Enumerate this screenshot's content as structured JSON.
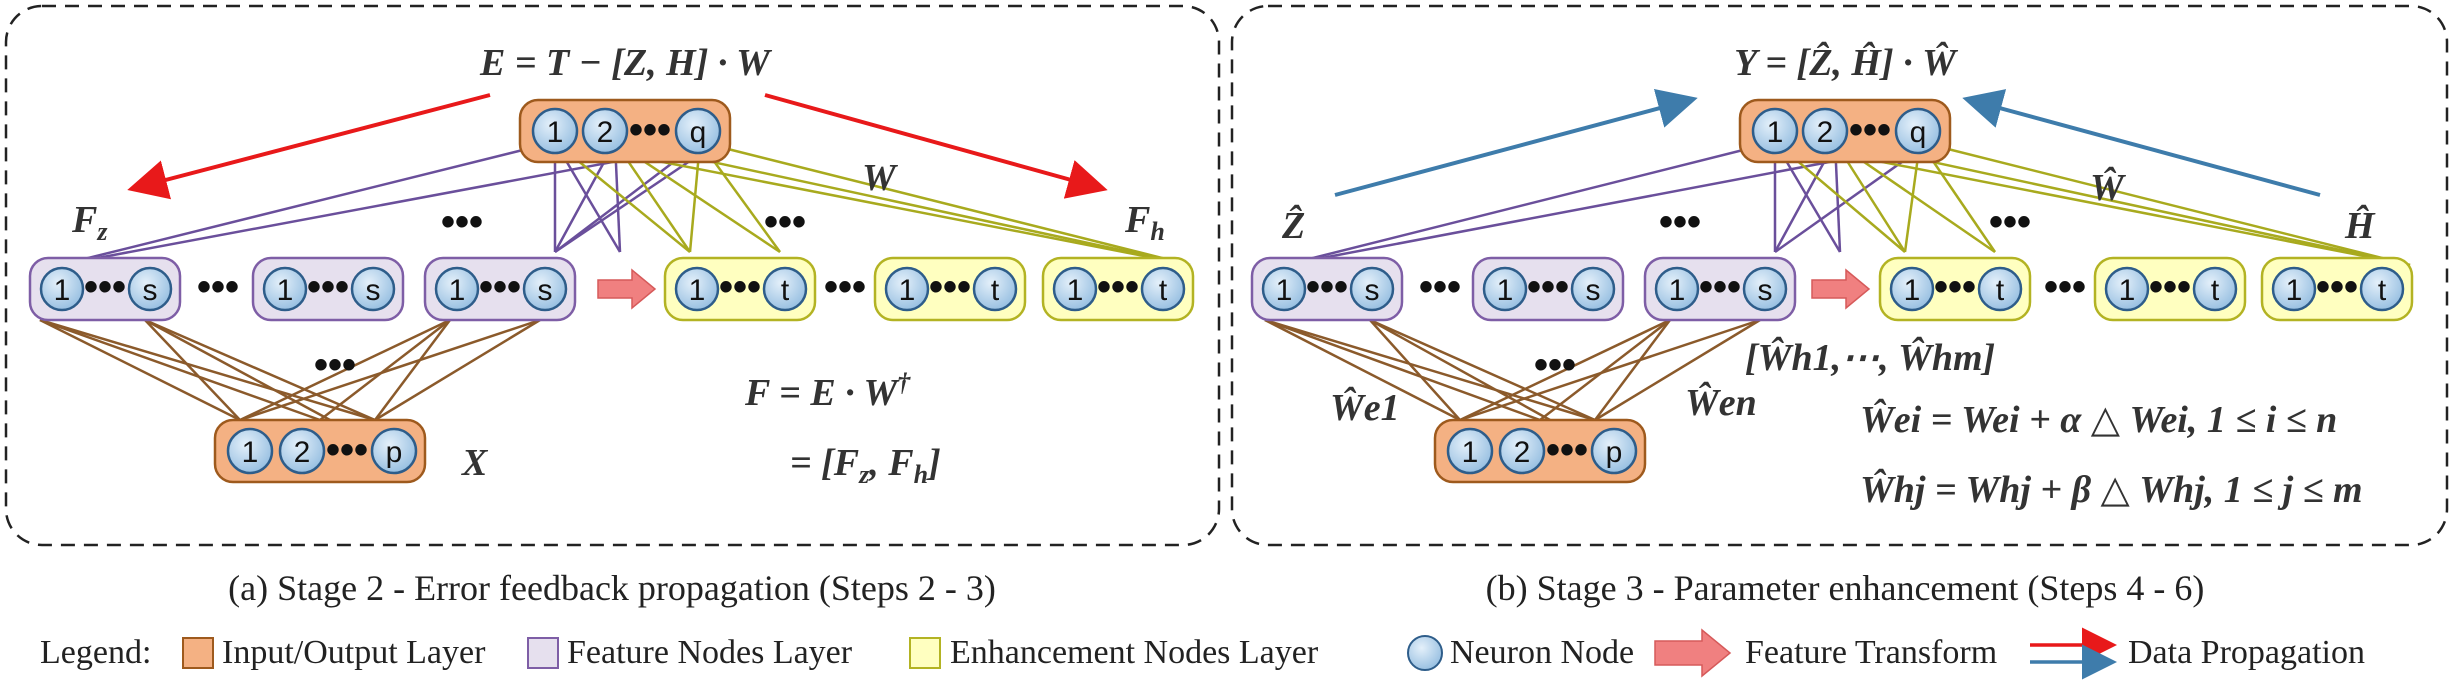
{
  "panel_a": {
    "equation_top": "E = T − [Z, H] · W",
    "out_labels": [
      "1",
      "2",
      "q"
    ],
    "label_fz": "F",
    "label_fz_sub": "z",
    "label_fh": "F",
    "label_fh_sub": "h",
    "label_w": "W",
    "feature_group_labels": [
      "1",
      "s"
    ],
    "enhance_group_labels": [
      "1",
      "t"
    ],
    "input_labels": [
      "1",
      "2",
      "p"
    ],
    "label_x": "X",
    "equation_f1": "F = E · W",
    "equation_f1_sup": "†",
    "equation_f2": "= [F",
    "equation_f2_sub1": "z",
    "equation_f2_mid": ", F",
    "equation_f2_sub2": "h",
    "equation_f2_end": "]",
    "dots": "•••",
    "caption": "(a) Stage 2 - Error feedback propagation (Steps 2 - 3)"
  },
  "panel_b": {
    "equation_top": "Y = [Ẑ, Ĥ] · Ŵ",
    "out_labels": [
      "1",
      "2",
      "q"
    ],
    "label_z": "Ẑ",
    "label_h": "Ĥ",
    "label_w": "Ŵ",
    "feature_group_labels": [
      "1",
      "s"
    ],
    "enhance_group_labels": [
      "1",
      "t"
    ],
    "input_labels": [
      "1",
      "2",
      "p"
    ],
    "label_wh": "[Ŵh1,⋯, Ŵhm]",
    "label_we1": "Ŵe1",
    "label_wen": "Ŵen",
    "equation_1": "Ŵei = Wei + α △ Wei, 1 ≤ i ≤ n",
    "equation_2": "Ŵhj = Whj + β △ Whj, 1 ≤ j ≤ m",
    "dots": "•••",
    "caption": "(b) Stage 3 - Parameter enhancement (Steps 4 - 6)"
  },
  "legend": {
    "title": "Legend:",
    "items": [
      {
        "label": "Input/Output Layer",
        "color": "#f4b183"
      },
      {
        "label": "Feature Nodes Layer",
        "color": "#e6e0ee"
      },
      {
        "label": "Enhancement Nodes Layer",
        "color": "#ffffc0"
      },
      {
        "label": "Neuron Node",
        "color": "#b8d4ea"
      },
      {
        "label": "Feature Transform",
        "color": "#f08080"
      },
      {
        "label": "Data Propagation",
        "color": "#e8191a"
      }
    ]
  },
  "colors": {
    "io_fill": "#f4b183",
    "io_stroke": "#9e5a1d",
    "feat_fill": "#e6e0ee",
    "feat_stroke": "#7e5ea6",
    "enh_fill": "#ffffc0",
    "enh_stroke": "#b3b323",
    "neuron_fill": "#b8d4ea",
    "neuron_stroke": "#2e5d8a",
    "red_arrow": "#e8191a",
    "blue_arrow": "#3e7cab",
    "purple_line": "#6a4f9b",
    "olive_line": "#a8aa1e",
    "brown_line": "#8b5a2b"
  }
}
